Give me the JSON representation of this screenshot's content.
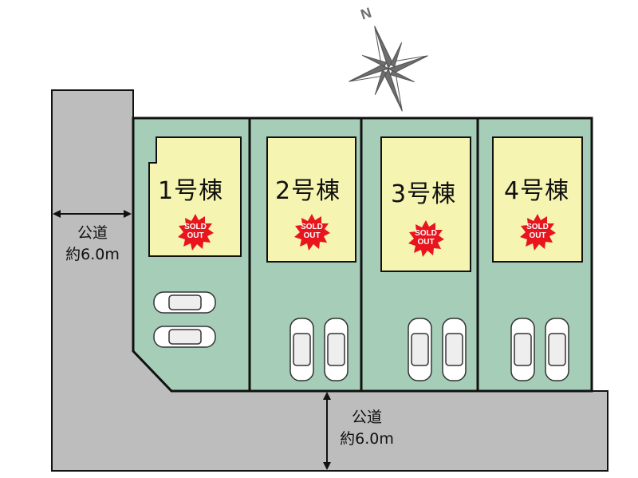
{
  "compass": {
    "north_label": "N"
  },
  "roads": [
    {
      "name": "公道",
      "width": "約6.0m"
    },
    {
      "name": "公道",
      "width": "約6.0m"
    }
  ],
  "lots": [
    {
      "label": "1号棟",
      "status": "SOLD OUT",
      "status_lines": [
        "SOLD",
        "OUT"
      ]
    },
    {
      "label": "2号棟",
      "status": "SOLD OUT",
      "status_lines": [
        "SOLD",
        "OUT"
      ]
    },
    {
      "label": "3号棟",
      "status": "SOLD OUT",
      "status_lines": [
        "SOLD",
        "OUT"
      ]
    },
    {
      "label": "4号棟",
      "status": "SOLD OUT",
      "status_lines": [
        "SOLD",
        "OUT"
      ]
    }
  ],
  "colors": {
    "road": "#bdbdbd",
    "lot": "#a5cdb8",
    "building": "#f5f4b0",
    "sold": "#e8141e"
  }
}
